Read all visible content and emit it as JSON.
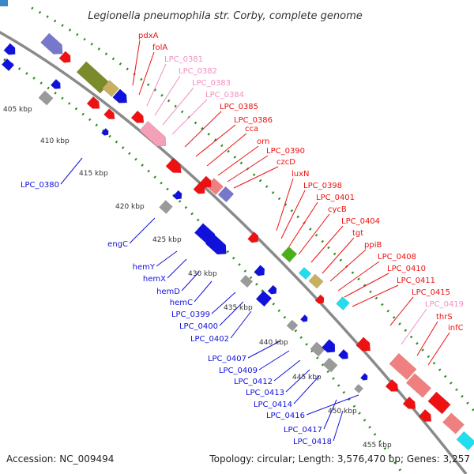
{
  "title": "Legionella pneumophila str. Corby, complete genome",
  "footer": {
    "accession": "Accession: NC_009494",
    "summary": "Topology: circular; Length: 3,576,470 bp; Genes: 3,257"
  },
  "colors": {
    "forward": "#ee1111",
    "forward_light": "#f090c0",
    "reverse": "#1111dd",
    "backbone": "#8a8a8a",
    "tick": "#2a8a1a",
    "rna_green": "#4caf1a",
    "grey": "#9a9a9a",
    "cyan": "#22ddee",
    "olive": "#7b8a2a",
    "tan": "#c8b060",
    "purple": "#7777cc",
    "pink": "#f4a0b8",
    "salmon": "#f08080"
  },
  "kbp_labels": [
    "405 kbp",
    "410 kbp",
    "415 kbp",
    "420 kbp",
    "425 kbp",
    "430 kbp",
    "435 kbp",
    "440 kbp",
    "445 kbp",
    "450 kbp",
    "455 kbp"
  ],
  "forward_labels": [
    {
      "text": "pdxA",
      "tone": "red"
    },
    {
      "text": "folA",
      "tone": "red"
    },
    {
      "text": "LPC_0381",
      "tone": "pink"
    },
    {
      "text": "LPC_0382",
      "tone": "pink"
    },
    {
      "text": "LPC_0383",
      "tone": "pink"
    },
    {
      "text": "LPC_0384",
      "tone": "pink"
    },
    {
      "text": "LPC_0385",
      "tone": "red"
    },
    {
      "text": "LPC_0386",
      "tone": "red"
    },
    {
      "text": "cca",
      "tone": "red"
    },
    {
      "text": "orn",
      "tone": "red"
    },
    {
      "text": "LPC_0390",
      "tone": "red"
    },
    {
      "text": "czcD",
      "tone": "red"
    },
    {
      "text": "luxN",
      "tone": "red"
    },
    {
      "text": "LPC_0398",
      "tone": "red"
    },
    {
      "text": "LPC_0401",
      "tone": "red"
    },
    {
      "text": "cycB",
      "tone": "red"
    },
    {
      "text": "LPC_0404",
      "tone": "red"
    },
    {
      "text": "tgt",
      "tone": "red"
    },
    {
      "text": "ppiB",
      "tone": "red"
    },
    {
      "text": "LPC_0408",
      "tone": "red"
    },
    {
      "text": "LPC_0410",
      "tone": "red"
    },
    {
      "text": "LPC_0411",
      "tone": "red"
    },
    {
      "text": "LPC_0415",
      "tone": "red"
    },
    {
      "text": "LPC_0419",
      "tone": "pink"
    },
    {
      "text": "thrS",
      "tone": "red"
    },
    {
      "text": "infC",
      "tone": "red"
    }
  ],
  "reverse_labels": [
    {
      "text": "LPC_0380"
    },
    {
      "text": "engC"
    },
    {
      "text": "hemY"
    },
    {
      "text": "hemX"
    },
    {
      "text": "hemD"
    },
    {
      "text": "hemC"
    },
    {
      "text": "LPC_0399"
    },
    {
      "text": "LPC_0400"
    },
    {
      "text": "LPC_0402"
    },
    {
      "text": "LPC_0407"
    },
    {
      "text": "LPC_0409"
    },
    {
      "text": "LPC_0412"
    },
    {
      "text": "LPC_0413"
    },
    {
      "text": "LPC_0414"
    },
    {
      "text": "LPC_0416"
    },
    {
      "text": "LPC_0417"
    },
    {
      "text": "LPC_0418"
    }
  ]
}
